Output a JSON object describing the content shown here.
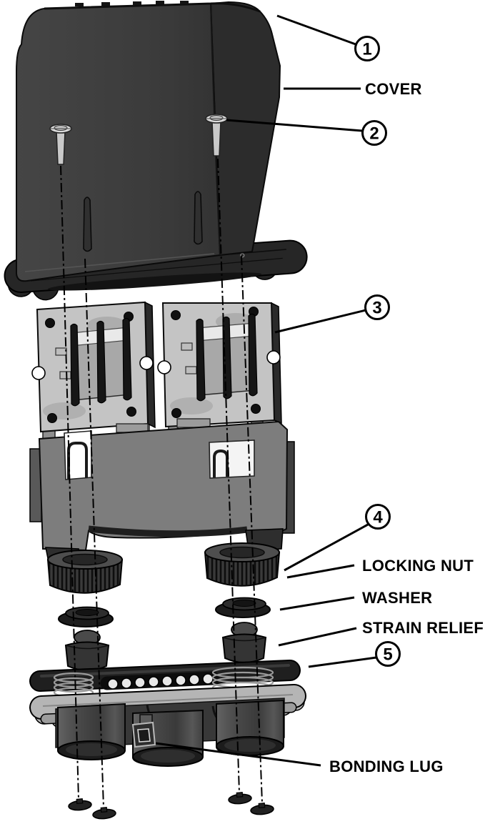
{
  "figure": {
    "type": "exploded-assembly-diagram",
    "background": "#ffffff",
    "line_color": "#000000"
  },
  "callouts": {
    "c1": {
      "number": "1"
    },
    "c2": {
      "number": "2"
    },
    "c3": {
      "number": "3"
    },
    "c4": {
      "number": "4"
    },
    "c5": {
      "number": "5"
    }
  },
  "labels": {
    "cover": "COVER",
    "locking_nut": "LOCKING NUT",
    "washer": "WASHER",
    "strain_relief": "STRAIN RELIEF",
    "bonding_lug": "BONDING LUG"
  },
  "colors": {
    "cover_front": "#3e3e3e",
    "cover_side": "#2c2c2c",
    "flange": "#262626",
    "plate": "#c4c4c4",
    "component_block": "#a8a8a8",
    "housing": "#7d7d7d",
    "locking_nut": "#3a3a3a",
    "washer": "#1d1d1d",
    "strain_relief": "#343434",
    "gasket_plate": "#1f1f1f",
    "base_plate": "#b5b5b5",
    "tube": "#4a4a4a",
    "screw": "#d6d6d6"
  }
}
